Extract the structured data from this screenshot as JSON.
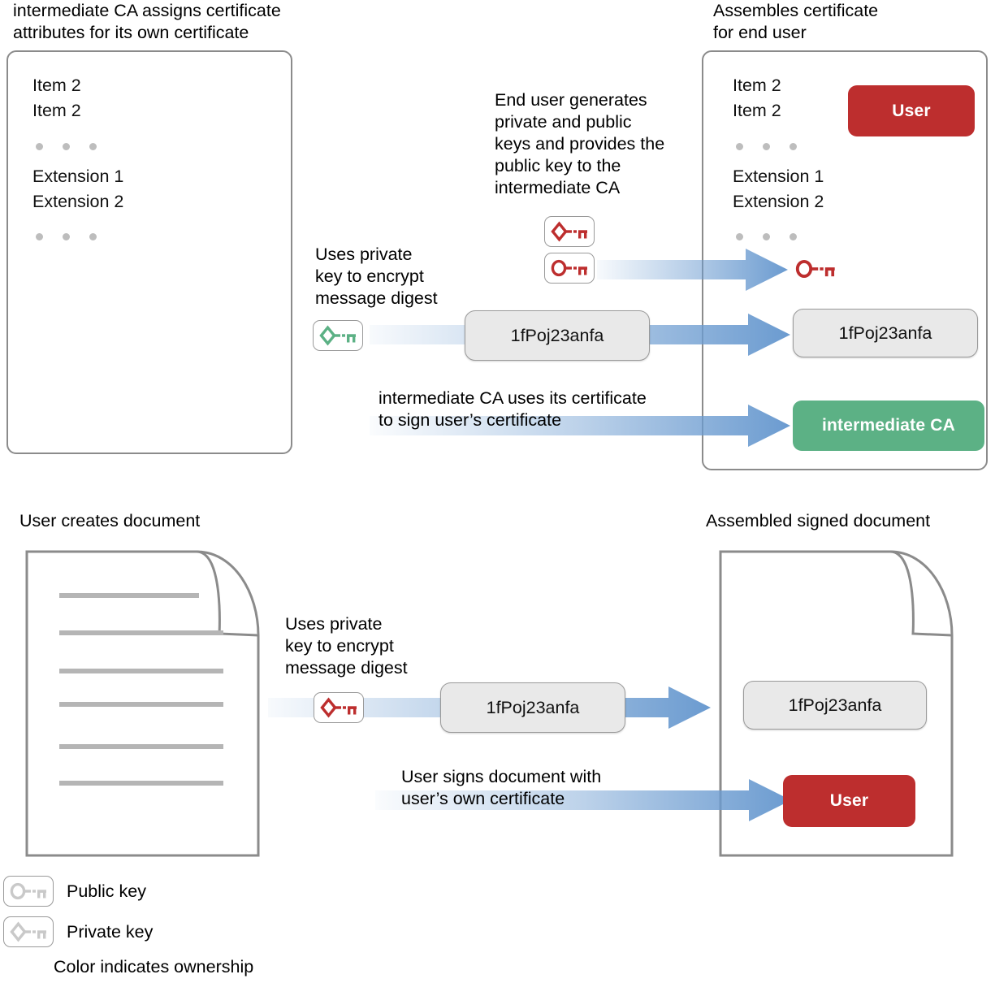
{
  "diagram": {
    "title_top_left": "intermediate CA assigns certificate\nattributes for its own certificate",
    "title_top_right": "Assembles certificate\nfor end user",
    "title_bottom_left": "User creates document",
    "title_bottom_right": "Assembled signed document"
  },
  "colors": {
    "user_red": "#bd2e2e",
    "ca_green": "#5cb185",
    "arrow_blue": "#6b9bd0",
    "key_red": "#bd2e2e",
    "key_green": "#5cb185",
    "key_gray": "#c9c9c9",
    "panel_border": "#8b8b8b",
    "digest_fill": "#e9e9e9",
    "dot_gray": "#bdbdbd"
  },
  "cert_left": {
    "lines_top": [
      "Item 2",
      "Item 2"
    ],
    "lines_mid": [
      "Extension 1",
      "Extension 2"
    ]
  },
  "cert_right": {
    "lines_top": [
      "Item 2",
      "Item 2"
    ],
    "lines_mid": [
      "Extension 1",
      "Extension 2"
    ],
    "badge_user": "User",
    "badge_ca": "intermediate CA",
    "digest": "1fPoj23anfa"
  },
  "annotations": {
    "end_user_generates": "End user generates\nprivate and public\nkeys and provides the\npublic key to the\nintermediate CA",
    "uses_private_key_top": "Uses private\nkey to encrypt\nmessage digest",
    "intermediate_ca_signs": "intermediate CA uses its certificate\nto sign user’s certificate",
    "uses_private_key_bottom": "Uses private\nkey to encrypt\nmessage digest",
    "user_signs_document": "User signs document with\nuser’s own certificate"
  },
  "digests": {
    "middle_top": "1fPoj23anfa",
    "middle_bottom": "1fPoj23anfa",
    "doc_right": "1fPoj23anfa"
  },
  "bottom": {
    "badge_user": "User"
  },
  "legend": {
    "public_key": "Public key",
    "private_key": "Private key",
    "note": "Color indicates ownership"
  },
  "icons": {
    "public_key_icon": "public-key",
    "private_key_icon": "private-key",
    "arrow_icon": "right-arrow",
    "document_icon": "document-page"
  }
}
